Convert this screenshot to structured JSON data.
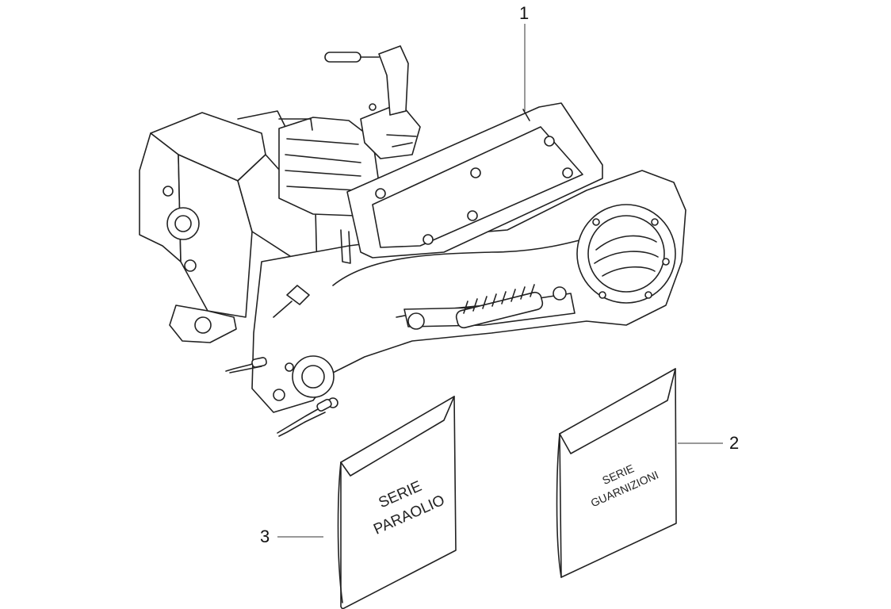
{
  "callouts": [
    {
      "id": "1",
      "label": "1"
    },
    {
      "id": "2",
      "label": "2"
    },
    {
      "id": "3",
      "label": "3"
    }
  ],
  "envelopes": {
    "oil_seals": {
      "line1": "SERIE",
      "line2": "PARAOLIO"
    },
    "gaskets": {
      "line1": "SERIE",
      "line2": "GUARNIZIONI"
    }
  },
  "colors": {
    "line": "#222222",
    "background": "#ffffff"
  }
}
